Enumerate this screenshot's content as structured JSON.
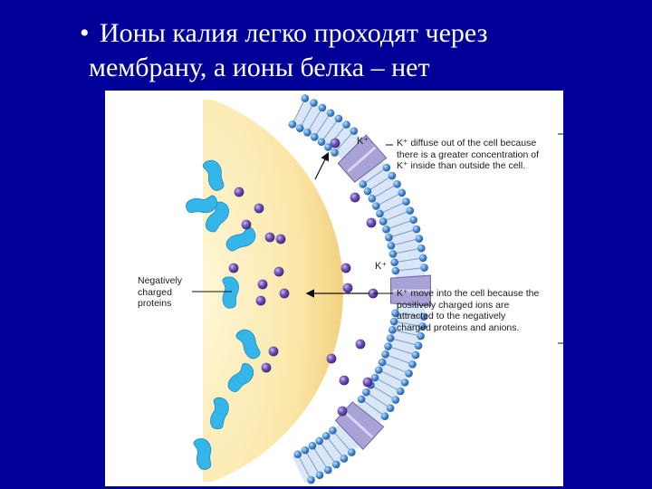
{
  "bullet": {
    "symbol": "•",
    "line1": "Ионы калия легко проходят через",
    "line2": "мембрану, а ионы белка – нет"
  },
  "diagram": {
    "ion_label_top": "K⁺",
    "ion_label_mid": "K⁺",
    "note_top": [
      "K⁺ diffuse out of the cell because",
      "there is a greater concentration of",
      "K⁺ inside than outside the cell."
    ],
    "note_bottom": [
      "K⁺ move into the cell because the",
      "positively charged ions are",
      "attracted to the negatively",
      "charged proteins and anions."
    ],
    "protein_label": [
      "Negatively",
      "charged",
      "proteins"
    ]
  },
  "colors": {
    "background": "#000099",
    "cytoplasm": "#fbe7a8",
    "membrane_head": "#4a8fd4",
    "channel": "#a9a2d6",
    "potassium_ion": "#5b3fa0",
    "protein": "#35b6ea"
  }
}
